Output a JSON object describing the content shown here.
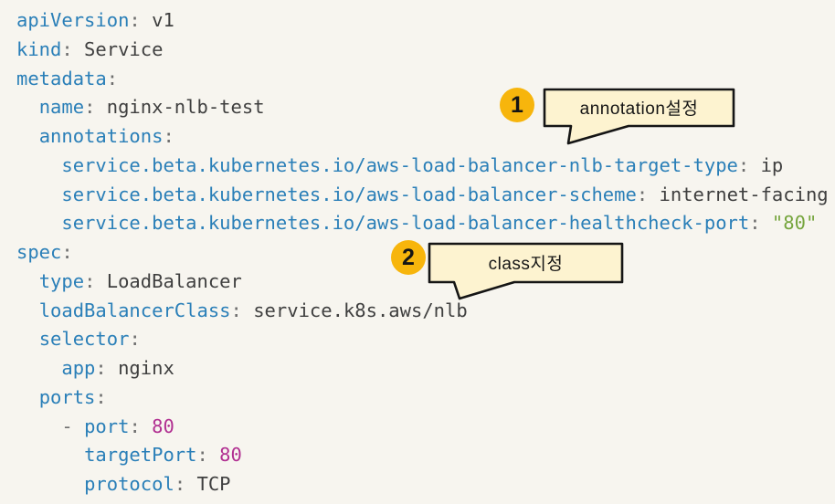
{
  "colors": {
    "bg": "#f7f5ef",
    "key": "#2a7fb8",
    "val": "#3f3f3f",
    "punct": "#6e6e6e",
    "str": "#76a53e",
    "num": "#b12f91",
    "badge": "#f7b50c",
    "bubble_fill": "#fdf3d0",
    "bubble_border": "#151515"
  },
  "code": {
    "lines": [
      [
        {
          "t": "apiVersion",
          "c": "key"
        },
        {
          "t": ":",
          "c": "punct"
        },
        {
          "t": " v1",
          "c": "val"
        }
      ],
      [
        {
          "t": "kind",
          "c": "key"
        },
        {
          "t": ":",
          "c": "punct"
        },
        {
          "t": " Service",
          "c": "val"
        }
      ],
      [
        {
          "t": "metadata",
          "c": "key"
        },
        {
          "t": ":",
          "c": "punct"
        }
      ],
      [
        {
          "t": "  ",
          "c": "ws"
        },
        {
          "t": "name",
          "c": "key"
        },
        {
          "t": ":",
          "c": "punct"
        },
        {
          "t": " nginx-nlb-test",
          "c": "val"
        }
      ],
      [
        {
          "t": "  ",
          "c": "ws"
        },
        {
          "t": "annotations",
          "c": "key"
        },
        {
          "t": ":",
          "c": "punct"
        }
      ],
      [
        {
          "t": "    ",
          "c": "ws"
        },
        {
          "t": "service.beta.kubernetes.io/aws-load-balancer-nlb-target-type",
          "c": "key"
        },
        {
          "t": ":",
          "c": "punct"
        },
        {
          "t": " ip",
          "c": "val"
        }
      ],
      [
        {
          "t": "    ",
          "c": "ws"
        },
        {
          "t": "service.beta.kubernetes.io/aws-load-balancer-scheme",
          "c": "key"
        },
        {
          "t": ":",
          "c": "punct"
        },
        {
          "t": " internet-facing",
          "c": "val"
        }
      ],
      [
        {
          "t": "    ",
          "c": "ws"
        },
        {
          "t": "service.beta.kubernetes.io/aws-load-balancer-healthcheck-port",
          "c": "key"
        },
        {
          "t": ":",
          "c": "punct"
        },
        {
          "t": " \"80\"",
          "c": "str"
        }
      ],
      [
        {
          "t": "spec",
          "c": "key"
        },
        {
          "t": ":",
          "c": "punct"
        }
      ],
      [
        {
          "t": "  ",
          "c": "ws"
        },
        {
          "t": "type",
          "c": "key"
        },
        {
          "t": ":",
          "c": "punct"
        },
        {
          "t": " LoadBalancer",
          "c": "val"
        }
      ],
      [
        {
          "t": "  ",
          "c": "ws"
        },
        {
          "t": "loadBalancerClass",
          "c": "key"
        },
        {
          "t": ":",
          "c": "punct"
        },
        {
          "t": " service.k8s.aws/nlb",
          "c": "val"
        }
      ],
      [
        {
          "t": "  ",
          "c": "ws"
        },
        {
          "t": "selector",
          "c": "key"
        },
        {
          "t": ":",
          "c": "punct"
        }
      ],
      [
        {
          "t": "    ",
          "c": "ws"
        },
        {
          "t": "app",
          "c": "key"
        },
        {
          "t": ":",
          "c": "punct"
        },
        {
          "t": " nginx",
          "c": "val"
        }
      ],
      [
        {
          "t": "  ",
          "c": "ws"
        },
        {
          "t": "ports",
          "c": "key"
        },
        {
          "t": ":",
          "c": "punct"
        }
      ],
      [
        {
          "t": "    ",
          "c": "ws"
        },
        {
          "t": "- ",
          "c": "punct"
        },
        {
          "t": "port",
          "c": "key"
        },
        {
          "t": ":",
          "c": "punct"
        },
        {
          "t": " 80",
          "c": "num"
        }
      ],
      [
        {
          "t": "      ",
          "c": "ws"
        },
        {
          "t": "targetPort",
          "c": "key"
        },
        {
          "t": ":",
          "c": "punct"
        },
        {
          "t": " 80",
          "c": "num"
        }
      ],
      [
        {
          "t": "      ",
          "c": "ws"
        },
        {
          "t": "protocol",
          "c": "key"
        },
        {
          "t": ":",
          "c": "punct"
        },
        {
          "t": " TCP",
          "c": "val"
        }
      ]
    ]
  },
  "callouts": [
    {
      "number": "1",
      "label": "annotation설정"
    },
    {
      "number": "2",
      "label": "class지정"
    }
  ]
}
